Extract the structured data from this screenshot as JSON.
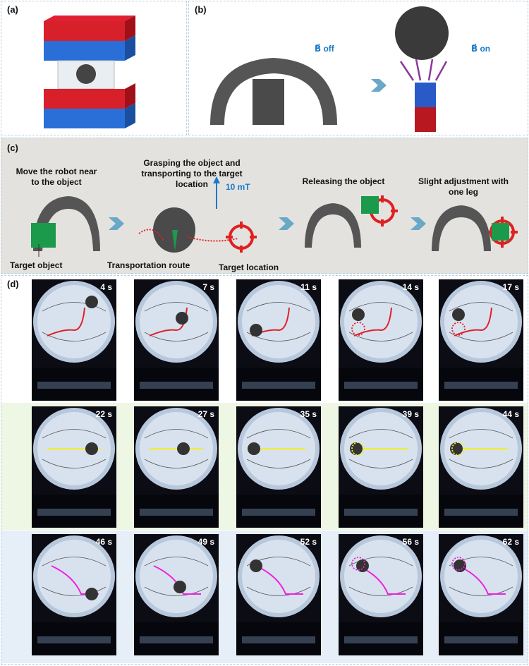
{
  "panel_a": {
    "label": "(a)"
  },
  "panel_b": {
    "label": "(b)",
    "b_off": "B⃗ off",
    "b_on": "B⃗ on"
  },
  "panel_c": {
    "label": "(c)",
    "steps": [
      "Move the robot  near to the object",
      "Grasping the object and transporting to the target location",
      "Releasing the object",
      "Slight adjustment with one leg"
    ],
    "field": "10 mT",
    "annotations": [
      "Target object",
      "Transportation route",
      "Target location"
    ]
  },
  "panel_d": {
    "label": "(d)",
    "rows": [
      {
        "bg": "#ffffff",
        "path_color": "#e0202a",
        "times": [
          "4 s",
          "7 s",
          "11 s",
          "14 s",
          "17 s"
        ]
      },
      {
        "bg": "#eef6e4",
        "path_color": "#f2f020",
        "times": [
          "22 s",
          "27 s",
          "35 s",
          "39 s",
          "44 s"
        ]
      },
      {
        "bg": "#e6eef8",
        "path_color": "#f020e0",
        "times": [
          "46 s",
          "49 s",
          "52 s",
          "56 s",
          "62 s"
        ]
      }
    ]
  }
}
